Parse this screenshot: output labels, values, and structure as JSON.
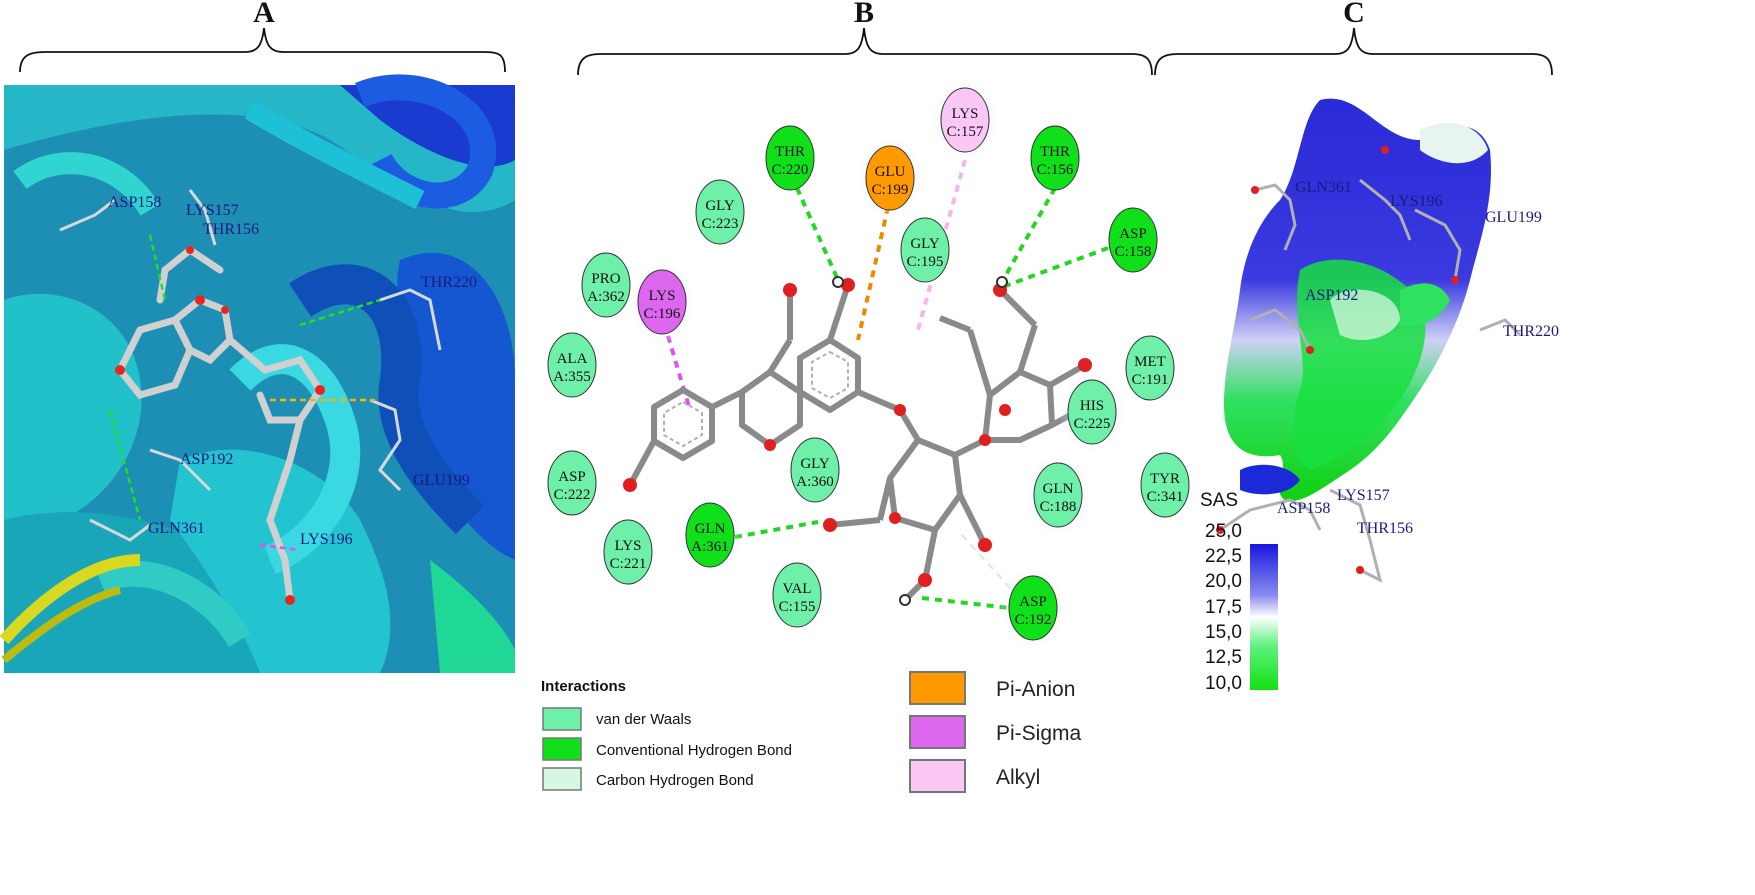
{
  "panels": {
    "a": {
      "letter": "A"
    },
    "b": {
      "letter": "B"
    },
    "c": {
      "letter": "C"
    }
  },
  "colors": {
    "van_der_waals": "#6ef0a8",
    "conventional_hbond": "#10e01a",
    "carbon_hbond": "#d6f8e0",
    "pi_anion": "#ff9a00",
    "pi_sigma": "#dd66ee",
    "alkyl": "#fbc8f5"
  },
  "panel_a_labels": {
    "asp158": "ASP158",
    "lys157": "LYS157",
    "thr156": "THR156",
    "thr220": "THR220",
    "asp192": "ASP192",
    "glu199": "GLU199",
    "gln361": "GLN361",
    "lys196": "LYS196"
  },
  "residues": {
    "thr220": {
      "name": "THR",
      "id": "C:220",
      "type": "conventional_hbond"
    },
    "glu199": {
      "name": "GLU",
      "id": "C:199",
      "type": "pi_anion"
    },
    "lys157": {
      "name": "LYS",
      "id": "C:157",
      "type": "alkyl"
    },
    "thr156": {
      "name": "THR",
      "id": "C:156",
      "type": "conventional_hbond"
    },
    "asp158": {
      "name": "ASP",
      "id": "C:158",
      "type": "conventional_hbond"
    },
    "gly223": {
      "name": "GLY",
      "id": "C:223",
      "type": "van_der_waals"
    },
    "gly195": {
      "name": "GLY",
      "id": "C:195",
      "type": "van_der_waals"
    },
    "pro362": {
      "name": "PRO",
      "id": "A:362",
      "type": "van_der_waals"
    },
    "lys196": {
      "name": "LYS",
      "id": "C:196",
      "type": "pi_sigma"
    },
    "ala355": {
      "name": "ALA",
      "id": "A:355",
      "type": "van_der_waals"
    },
    "met191": {
      "name": "MET",
      "id": "C:191",
      "type": "van_der_waals"
    },
    "his225": {
      "name": "HIS",
      "id": "C:225",
      "type": "van_der_waals"
    },
    "asp222": {
      "name": "ASP",
      "id": "C:222",
      "type": "van_der_waals"
    },
    "gly360": {
      "name": "GLY",
      "id": "A:360",
      "type": "van_der_waals"
    },
    "gln188": {
      "name": "GLN",
      "id": "C:188",
      "type": "van_der_waals"
    },
    "tyr341": {
      "name": "TYR",
      "id": "C:341",
      "type": "van_der_waals"
    },
    "lys221": {
      "name": "LYS",
      "id": "C:221",
      "type": "van_der_waals"
    },
    "gln361": {
      "name": "GLN",
      "id": "A:361",
      "type": "conventional_hbond"
    },
    "val155": {
      "name": "VAL",
      "id": "C:155",
      "type": "van_der_waals"
    },
    "asp192": {
      "name": "ASP",
      "id": "C:192",
      "type": "conventional_hbond"
    }
  },
  "legend": {
    "title": "Interactions",
    "van_der_waals": "van der Waals",
    "conventional_hbond": "Conventional Hydrogen Bond",
    "carbon_hbond": "Carbon Hydrogen Bond",
    "pi_anion": "Pi-Anion",
    "pi_sigma": "Pi-Sigma",
    "alkyl": "Alkyl"
  },
  "panel_c_labels": {
    "gln361": "GLN361",
    "lys196": "LYS196",
    "glu199": "GLU199",
    "asp192": "ASP192",
    "thr220": "THR220",
    "lys157": "LYS157",
    "asp158": "ASP158",
    "thr156": "THR156"
  },
  "sas": {
    "title": "SAS",
    "ticks": [
      "25,0",
      "22,5",
      "20,0",
      "17,5",
      "15,0",
      "12,5",
      "10,0"
    ]
  }
}
